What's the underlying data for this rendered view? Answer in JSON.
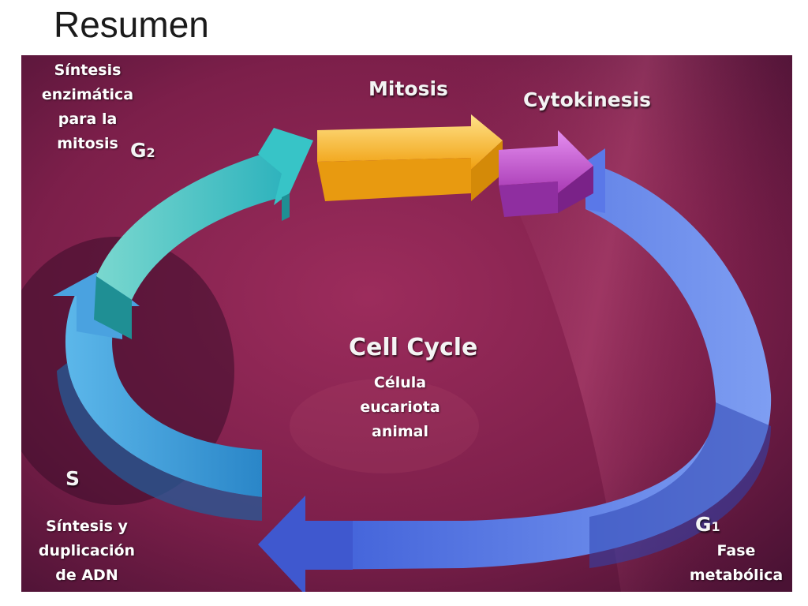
{
  "slide": {
    "title": "Resumen"
  },
  "diagram": {
    "center_label": "Cell Cycle",
    "phases": {
      "mitosis": "Mitosis",
      "cytokinesis": "Cytokinesis",
      "g2": {
        "main": "G",
        "sub": "2"
      },
      "s": "S",
      "g1": {
        "main": "G",
        "sub": "1"
      }
    },
    "notes": {
      "g2": [
        "Síntesis",
        "enzimática",
        "para la",
        "mitosis"
      ],
      "center": [
        "Célula",
        "eucariota",
        "animal"
      ],
      "s": [
        "Síntesis y",
        "duplicación",
        "de ADN"
      ],
      "g1": [
        "Fase",
        "metabólica"
      ]
    },
    "colors": {
      "background": "#8a2452",
      "mitosis": "#f4a81c",
      "cytokinesis": "#b845c2",
      "g2": "#3fbcc0",
      "s": "#3a9ad8",
      "g1": "#4a6ee0"
    }
  }
}
